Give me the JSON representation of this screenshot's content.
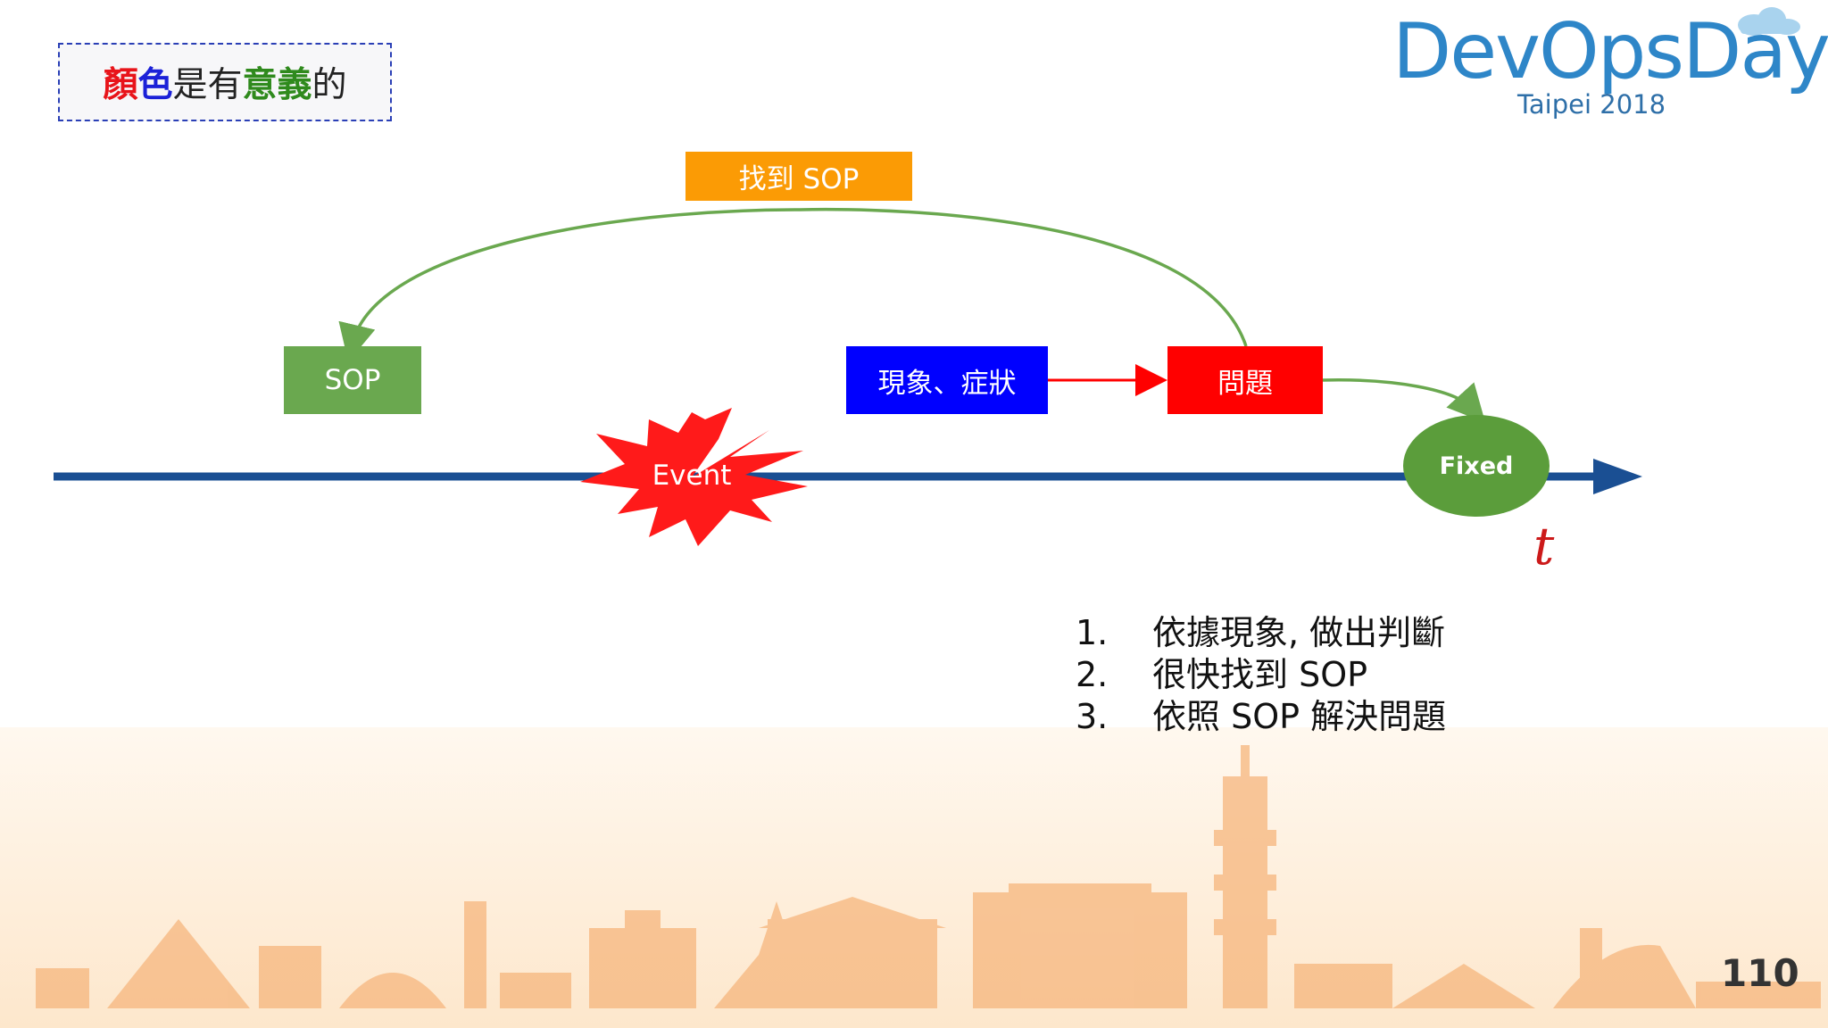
{
  "title": {
    "parts": [
      {
        "text": "顏",
        "color": "#e8141a"
      },
      {
        "text": "色",
        "color": "#1b21d8"
      },
      {
        "text": "是有",
        "color": "#222222"
      },
      {
        "text": "意義",
        "color": "#2f8a1d"
      },
      {
        "text": "的",
        "color": "#222222"
      }
    ]
  },
  "logo": {
    "name": "DevOpsDays",
    "sub": "Taipei 2018"
  },
  "diagram": {
    "found_sop": "找到 SOP",
    "sop": "SOP",
    "symptom": "現象、症狀",
    "problem": "問題",
    "event": "Event",
    "fixed": "Fixed",
    "axis_label": "t"
  },
  "steps": [
    {
      "num": "1.",
      "text": "依據現象, 做出判斷"
    },
    {
      "num": "2.",
      "text": "很快找到 SOP"
    },
    {
      "num": "3.",
      "text": "依照 SOP 解決問題"
    }
  ],
  "page_number": "110",
  "colors": {
    "orange": "#fb9b05",
    "green": "#6aa84f",
    "blue": "#0000ff",
    "red": "#ff0000",
    "axis": "#1a4f93",
    "arc": "#6aa84f"
  }
}
